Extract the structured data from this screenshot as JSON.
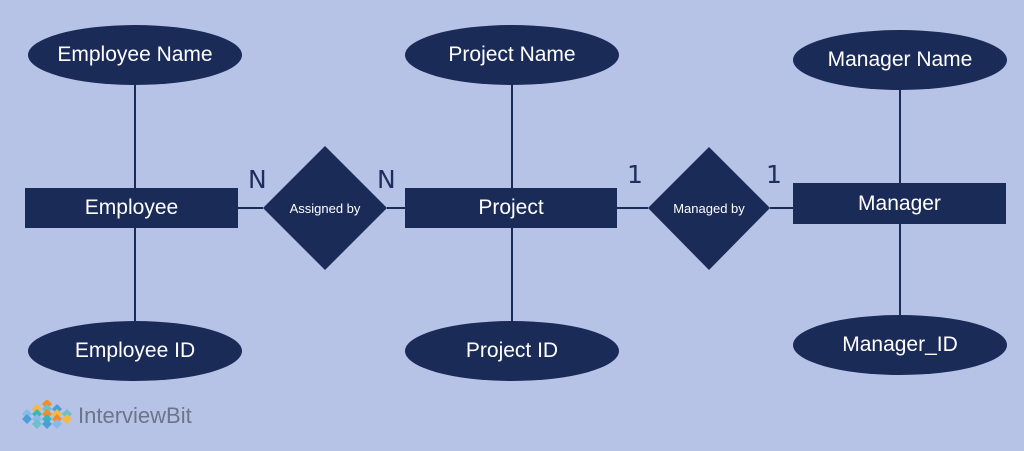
{
  "diagram": {
    "type": "er-diagram",
    "colors": {
      "background": "#b7c3e6",
      "shape_fill": "#1b2b58",
      "line": "#1b2b58",
      "label_text": "#ffffff",
      "cardinality_text": "#1f2d5c"
    },
    "entities": [
      {
        "id": "employee",
        "label": "Employee"
      },
      {
        "id": "project",
        "label": "Project"
      },
      {
        "id": "manager",
        "label": "Manager"
      }
    ],
    "attributes": [
      {
        "entity": "employee",
        "label": "Employee Name"
      },
      {
        "entity": "employee",
        "label": "Employee ID"
      },
      {
        "entity": "project",
        "label": "Project Name"
      },
      {
        "entity": "project",
        "label": "Project ID"
      },
      {
        "entity": "manager",
        "label": "Manager Name"
      },
      {
        "entity": "manager",
        "label": "Manager_ID"
      }
    ],
    "relationships": [
      {
        "label": "Assigned by",
        "from": "employee",
        "to": "project",
        "cardinality": [
          "N",
          "N"
        ]
      },
      {
        "label": "Managed by",
        "from": "project",
        "to": "manager",
        "cardinality": [
          "1",
          "1"
        ]
      }
    ]
  },
  "brand": {
    "name": "InterviewBit",
    "logo_icon": "interviewbit-logo-icon",
    "logo_colors": [
      "#f28c28",
      "#f5b841",
      "#6cc0c9",
      "#4a9fd8",
      "#8ab8e8",
      "#3cb6b4"
    ]
  }
}
